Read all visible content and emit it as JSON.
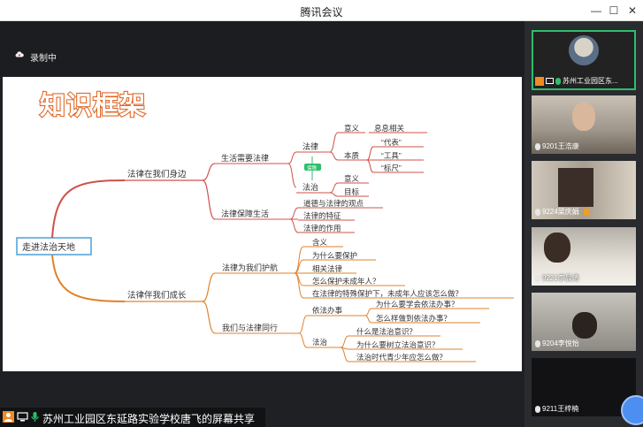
{
  "window": {
    "title": "腾讯会议"
  },
  "recording": {
    "label": "录制中"
  },
  "slide": {
    "banner": "知识框架",
    "root": "走进法治天地",
    "branch1": {
      "label": "法律在我们身边",
      "sub1": {
        "label": "生活需要法律",
        "law": "法律",
        "law_items": {
          "meaning": "意义",
          "meaning_note": "息息相关",
          "essence": "本质",
          "essence_items": [
            "“代表”",
            "“工具”",
            "“标尺”"
          ]
        },
        "link": "保障",
        "rule": "法治",
        "rule_items": [
          "意义",
          "目标"
        ]
      },
      "sub2": {
        "label": "法律保障生活",
        "items": [
          "道德与法律的观点",
          "法律的特征",
          "法律的作用"
        ]
      }
    },
    "branch2": {
      "label": "法律伴我们成长",
      "sub1": {
        "label": "法律为我们护航",
        "items": [
          "含义",
          "为什么要保护",
          "相关法律",
          "怎么保护未成年人？",
          "在法律的特殊保护下，未成年人应该怎么做？"
        ]
      },
      "sub2": {
        "label": "我们与法律同行",
        "law": "依法办事",
        "law_items": [
          "为什么要学会依法办事？",
          "怎么样做到依法办事？"
        ],
        "rule": "法治",
        "rule_items": [
          "什么是法治意识？",
          "为什么要树立法治意识？",
          "法治时代青少年应怎么做？"
        ]
      }
    }
  },
  "share_status": {
    "text": "苏州工业园区东延路实验学校唐飞的屏幕共享"
  },
  "participants": [
    {
      "name": "苏州工业园区东...",
      "active": true
    },
    {
      "name": "9201王浩康"
    },
    {
      "name": "9224梁庆娟"
    },
    {
      "name": "9221李晨涛"
    },
    {
      "name": "9204李悦怡"
    },
    {
      "name": "9211王梓楠"
    }
  ],
  "colors": {
    "accent_green": "#2dbf6c",
    "mindmap_red": "#d0504a",
    "mindmap_orange": "#e0822c",
    "root_blue": "#4aa0d8"
  }
}
